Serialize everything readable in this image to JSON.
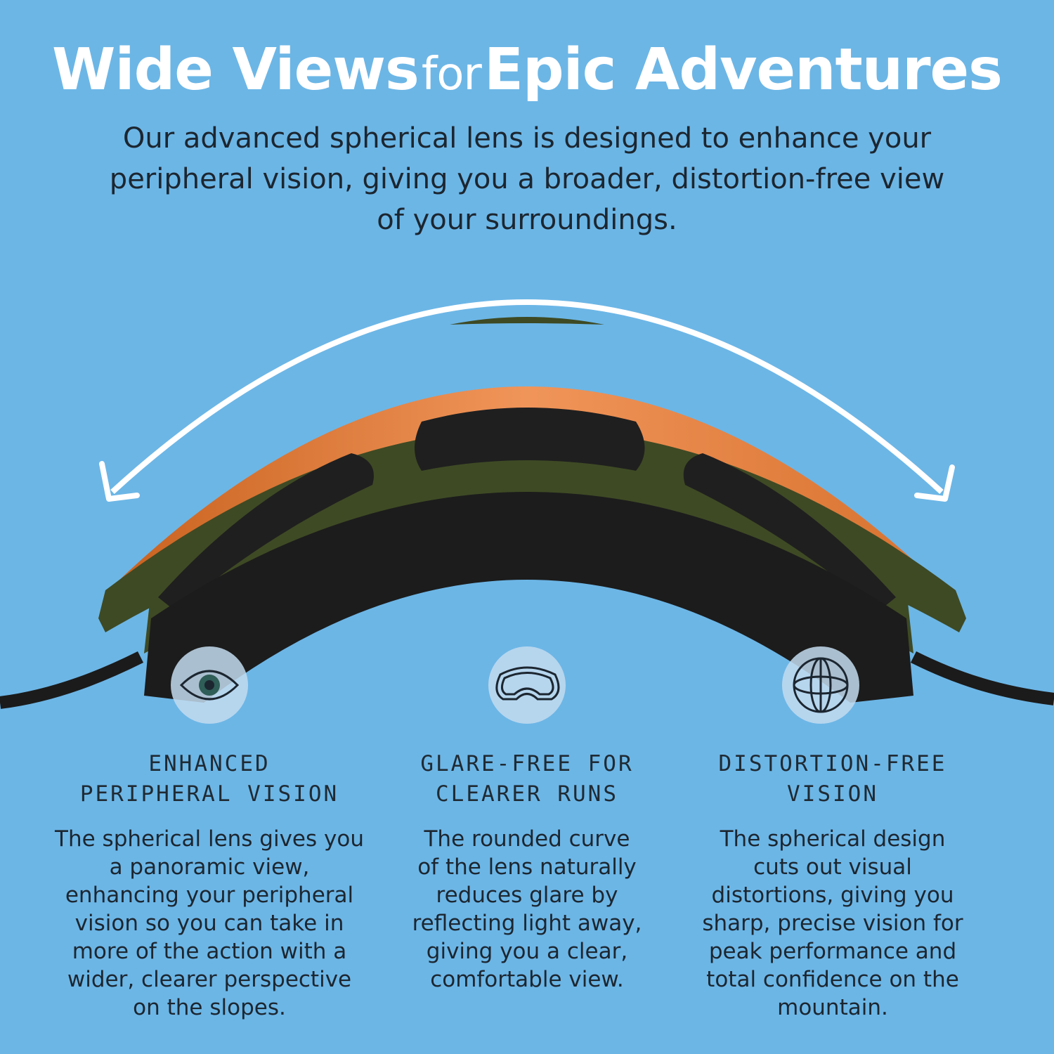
{
  "title": {
    "part1": "Wide Views",
    "part2": "for",
    "part3": "Epic Adventures"
  },
  "subtitle": {
    "line1": "Our advanced spherical lens is designed to enhance your",
    "line2": "peripheral vision, giving you a broader, distortion-free view",
    "line3": "of your surroundings."
  },
  "features": [
    {
      "icon": "eye-icon",
      "heading_line1": "ENHANCED",
      "heading_line2": "PERIPHERAL VISION",
      "lines": [
        "The spherical lens gives you",
        "a panoramic view,",
        "enhancing your peripheral",
        "vision so you can take in",
        "more of the action with a",
        "wider, clearer perspective",
        "on the slopes."
      ]
    },
    {
      "icon": "goggles-icon",
      "heading_line1": "GLARE-FREE FOR",
      "heading_line2": "CLEARER RUNS",
      "lines": [
        "The rounded curve",
        "of the lens naturally",
        "reduces glare by",
        "reflecting light away,",
        "giving you a clear,",
        "comfortable view."
      ]
    },
    {
      "icon": "sphere-icon",
      "heading_line1": "DISTORTION-FREE",
      "heading_line2": "VISION",
      "lines": [
        "The spherical design",
        "cuts out visual",
        "distortions, giving you",
        "sharp, precise vision for",
        "peak performance and",
        "total confidence on the",
        "mountain."
      ]
    }
  ],
  "colors": {
    "background": "#6cb6e6",
    "frame_green": "#3e4a24",
    "lens_orange": "#e07a36",
    "foam_black": "#1f1f1f",
    "arrow_white": "#ffffff"
  }
}
